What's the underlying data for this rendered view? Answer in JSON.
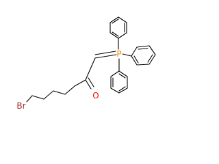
{
  "molecule": {
    "atoms": {
      "bromine": "Br",
      "oxygen": "O",
      "phosphorus": "P"
    },
    "colors": {
      "bond": "#000000",
      "bromine": "#a52a2a",
      "oxygen": "#ff0000",
      "phosphorus": "#ff8000",
      "background": "#ffffff"
    }
  }
}
